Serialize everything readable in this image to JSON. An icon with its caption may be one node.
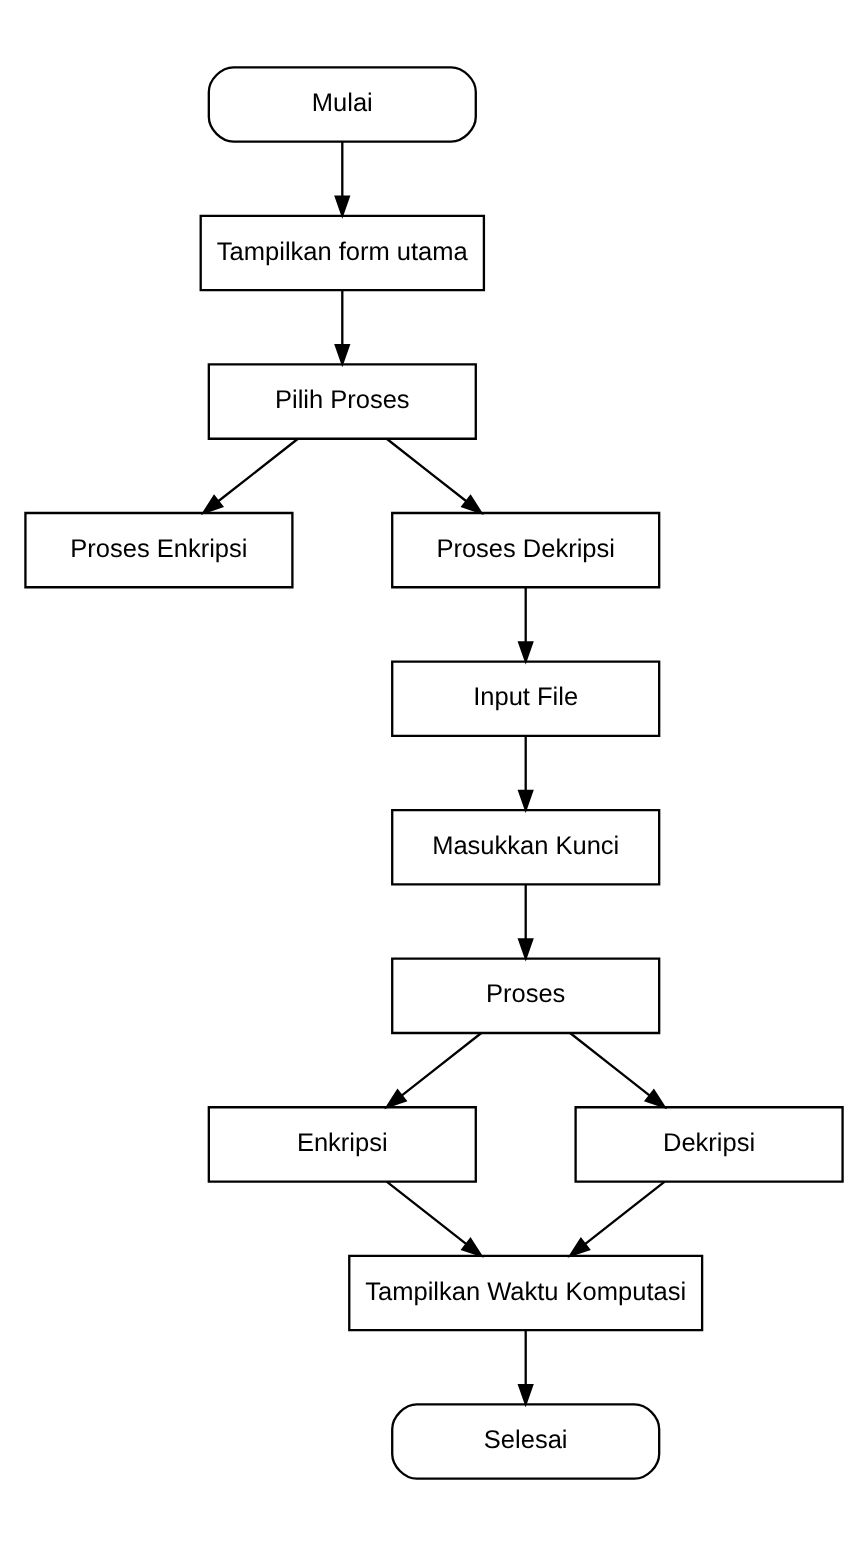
{
  "diagram": {
    "nodes": [
      {
        "text": [
          "Mulai"
        ]
      },
      {
        "text": [
          "Tampilkan form utama"
        ]
      },
      {
        "text": [
          "Pilih Proses"
        ]
      },
      {
        "text": [
          "Proses Enkripsi"
        ]
      },
      {
        "text": [
          "Proses Dekripsi"
        ]
      },
      {
        "text": [
          "Input File"
        ]
      },
      {
        "text": [
          "Masukkan Kunci"
        ]
      },
      {
        "text": [
          "Proses"
        ]
      },
      {
        "text": [
          "Enkripsi"
        ]
      },
      {
        "text": [
          "Dekripsi"
        ]
      },
      {
        "text": [
          "Tampilkan Waktu Komputasi"
        ]
      },
      {
        "text": [
          "Selesai"
        ]
      }
    ],
    "edges": [
      {
        "from": 0,
        "to": 1,
        "arrow": "to"
      },
      {
        "from": 1,
        "to": 2,
        "arrow": "to"
      },
      {
        "from": 2,
        "to": 3,
        "arrow": "to"
      },
      {
        "from": 2,
        "to": 4,
        "arrow": "to"
      },
      {
        "from": 4,
        "to": 5,
        "arrow": "to"
      },
      {
        "from": 5,
        "to": 6,
        "arrow": "to"
      },
      {
        "from": 6,
        "to": 7,
        "arrow": "to"
      },
      {
        "from": 7,
        "to": 8,
        "arrow": "to"
      },
      {
        "from": 7,
        "to": 9,
        "arrow": "to"
      },
      {
        "from": 8,
        "to": 10,
        "arrow": "to"
      },
      {
        "from": 9,
        "to": 10,
        "arrow": "to"
      },
      {
        "from": 10,
        "to": 11,
        "arrow": "to"
      }
    ]
  }
}
